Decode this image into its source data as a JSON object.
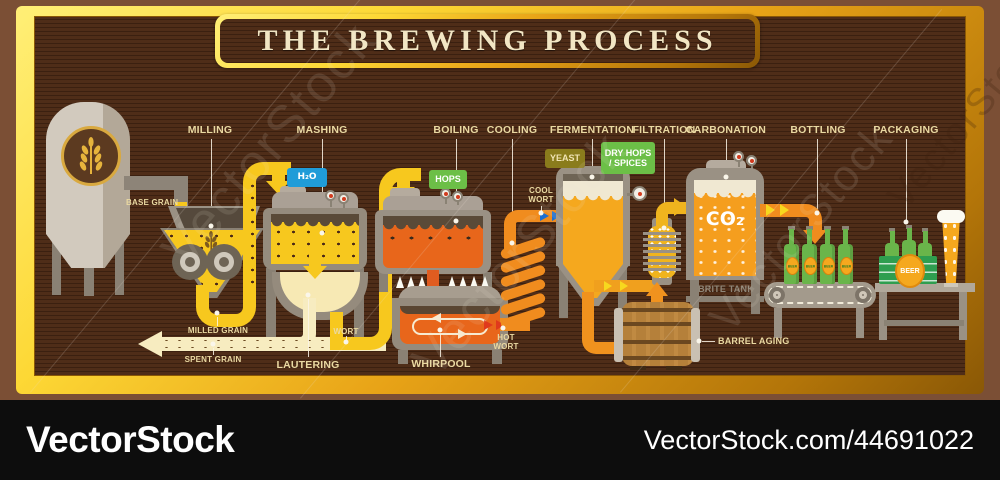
{
  "title": "THE BREWING PROCESS",
  "stages": [
    {
      "label": "MILLING"
    },
    {
      "label": "MASHING"
    },
    {
      "label": "BOILING"
    },
    {
      "label": "COOLING"
    },
    {
      "label": "FERMENTATION"
    },
    {
      "label": "FILTRATION"
    },
    {
      "label": "CARBONATION"
    },
    {
      "label": "BOTTLING"
    },
    {
      "label": "PACKAGING"
    }
  ],
  "annotations": {
    "base_grain": "BASE GRAIN",
    "milled_grain": "MILLED GRAIN",
    "spent_grain": "SPENT GRAIN",
    "lautering": "LAUTERING",
    "wort": "WORT",
    "whirpool": "WHIRPOOL",
    "hot_wort": "HOT\nWORT",
    "cool_wort": "COOL\nWORT",
    "brite_tank": "BRITE TANK",
    "barrel_aging": "BARREL AGING",
    "co2": "CO₂",
    "beer": "BEER"
  },
  "tags": {
    "h2o": "H₂O",
    "hops": "HOPS",
    "yeast": "YEAST",
    "dry_hops": "DRY HOPS\n/ SPICES"
  },
  "watermark": {
    "text": "VectorStock",
    "brand": "VectorStock",
    "credit": "VectorStock.com/44691022"
  },
  "icons": {
    "wheat": "wheat-ear",
    "gear": "mill-gear",
    "gauge": "pressure-gauge",
    "flame": "burner-flame"
  },
  "colors": {
    "frame_gold": "#e8a317",
    "panel_brown": "#4f2d18",
    "margin_brown": "#7b4f35",
    "grain_yellow": "#f7c81e",
    "wort_orange": "#e8661b",
    "beer_amber": "#f5a81e",
    "foam_cream": "#f0e8d2",
    "tag_green": "#6cbf47",
    "tag_blue": "#209cd8",
    "tag_olive": "#8a7c1c",
    "hot_red": "#e0391c",
    "cool_blue": "#1e6fd0",
    "bottle_green": "#6ab54a",
    "steel_gray": "#9a9184",
    "label_khaki": "#ead9a2",
    "footer_black": "#0d0d0d"
  }
}
